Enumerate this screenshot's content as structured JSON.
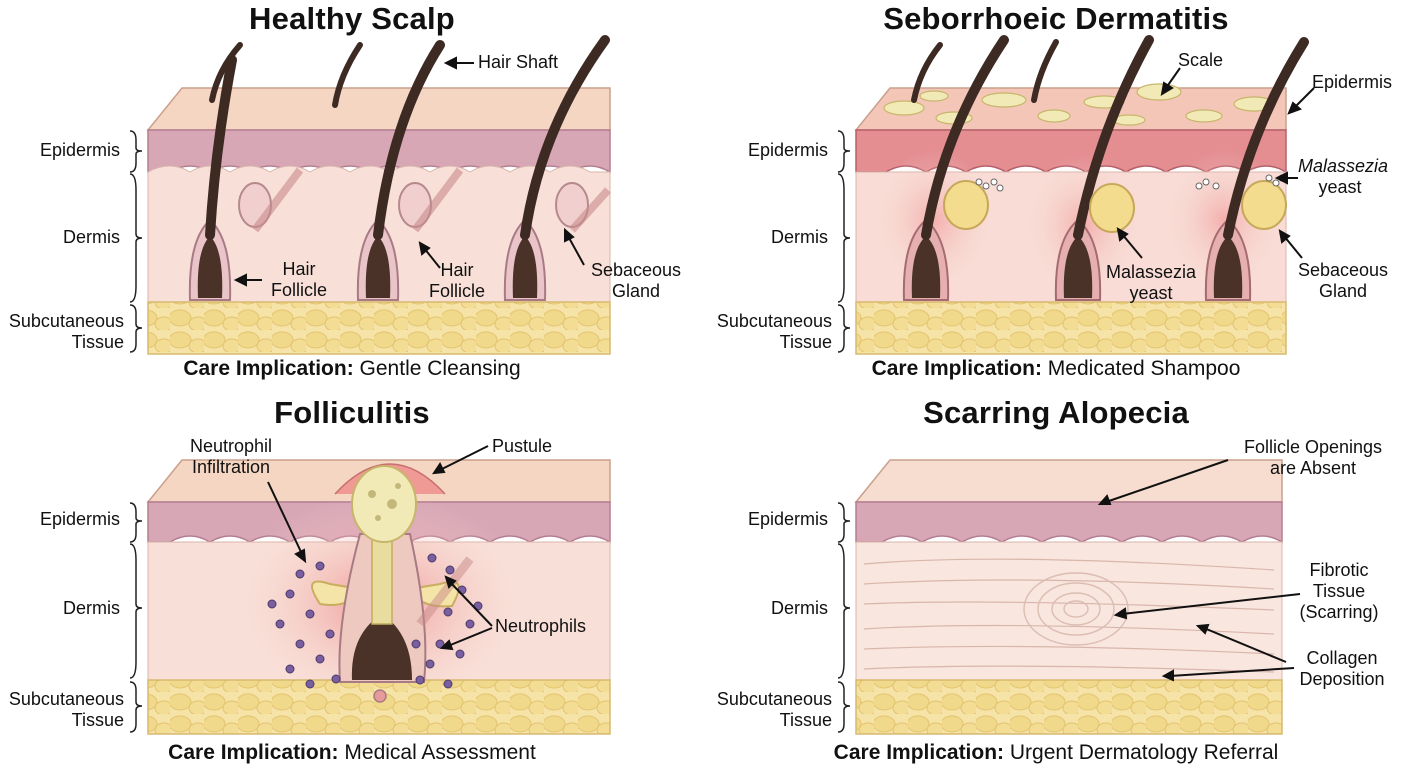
{
  "layers": {
    "epidermis": "Epidermis",
    "dermis": "Dermis",
    "subcutaneous_line1": "Subcutaneous",
    "subcutaneous_line2": "Tissue"
  },
  "care_prefix": "Care Implication:",
  "panels": {
    "healthy": {
      "title": "Healthy Scalp",
      "care": "Gentle Cleansing",
      "labels": {
        "hair_shaft": "Hair Shaft",
        "hair_follicle_1a": "Hair",
        "hair_follicle_1b": "Follicle",
        "hair_follicle_2a": "Hair",
        "hair_follicle_2b": "Follicle",
        "sebaceous_a": "Sebaceous",
        "sebaceous_b": "Gland"
      }
    },
    "seb": {
      "title": "Seborrhoeic Dermatitis",
      "care": "Medicated Shampoo",
      "labels": {
        "scale": "Scale",
        "epidermis": "Epidermis",
        "malassezia_right_a": "Malassezia",
        "malassezia_right_b": "yeast",
        "malassezia_mid_a": "Malassezia",
        "malassezia_mid_b": "yeast",
        "sebaceous_a": "Sebaceous",
        "sebaceous_b": "Gland"
      }
    },
    "foll": {
      "title": "Folliculitis",
      "care": "Medical Assessment",
      "labels": {
        "neutrophil_a": "Neutrophil",
        "neutrophil_b": "Infiltration",
        "pustule": "Pustule",
        "neutrophils": "Neutrophils"
      }
    },
    "scar": {
      "title": "Scarring Alopecia",
      "care": "Urgent Dermatology Referral",
      "labels": {
        "follicle_a": "Follicle Openings",
        "follicle_b": "are Absent",
        "fibrotic_a": "Fibrotic",
        "fibrotic_b": "Tissue",
        "fibrotic_c": "(Scarring)",
        "collagen_a": "Collagen",
        "collagen_b": "Deposition"
      }
    }
  },
  "colors": {
    "epidermis_top": "#f4d2bc",
    "epidermis_band": "#d9a7b4",
    "dermis": "#f7ddd6",
    "fat": "#f4dfa0",
    "hair": "#3d2a22",
    "inflamed": "#ef8f8f",
    "neutrophil": "#6a4f8e"
  }
}
